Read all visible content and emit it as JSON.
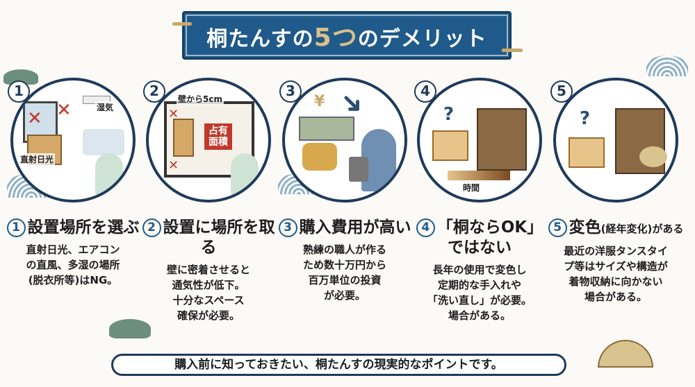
{
  "title": {
    "before": "桐たんすの",
    "highlight": "5つ",
    "after": "のデメリット"
  },
  "colors": {
    "navy": "#1f5a8a",
    "gold": "#d8c08a",
    "border": "#1f3a5a"
  },
  "items": [
    {
      "number": "1",
      "heading": "設置場所を選ぶ",
      "heading_small": "",
      "body": "直射日光、エアコン\nの直風、多湿の場所\n(脱衣所等)はNG。",
      "labels": [
        "湿気",
        "直射日光"
      ]
    },
    {
      "number": "2",
      "heading": "設置に場所を取る",
      "heading_small": "",
      "body": "壁に密着させると\n通気性が低下。\n十分なスペース\n確保が必要。",
      "labels": [
        "壁から5cm",
        "占有面積"
      ]
    },
    {
      "number": "3",
      "heading": "購入費用が高い",
      "heading_small": "",
      "body": "熟練の職人が作る\nため数十万円から\n百万単位の投資\nが必要。",
      "labels": [
        "¥"
      ]
    },
    {
      "number": "4",
      "heading": "「桐ならOK」ではない",
      "heading_small": "",
      "body": "長年の使用で変色し\n定期的な手入れや\n「洗い直し」が必要。\n場合がある。",
      "labels": [
        "?",
        "時間"
      ]
    },
    {
      "number": "5",
      "heading": "変色",
      "heading_small": "(経年変化)がある",
      "body": "最近の洋服タンスタイ\nプ等はサイズや構造が\n着物収納に向かない\n場合がある。",
      "labels": [
        "?"
      ]
    }
  ],
  "footer": "購入前に知っておきたい、桐たんすの現実的なポイントです。"
}
